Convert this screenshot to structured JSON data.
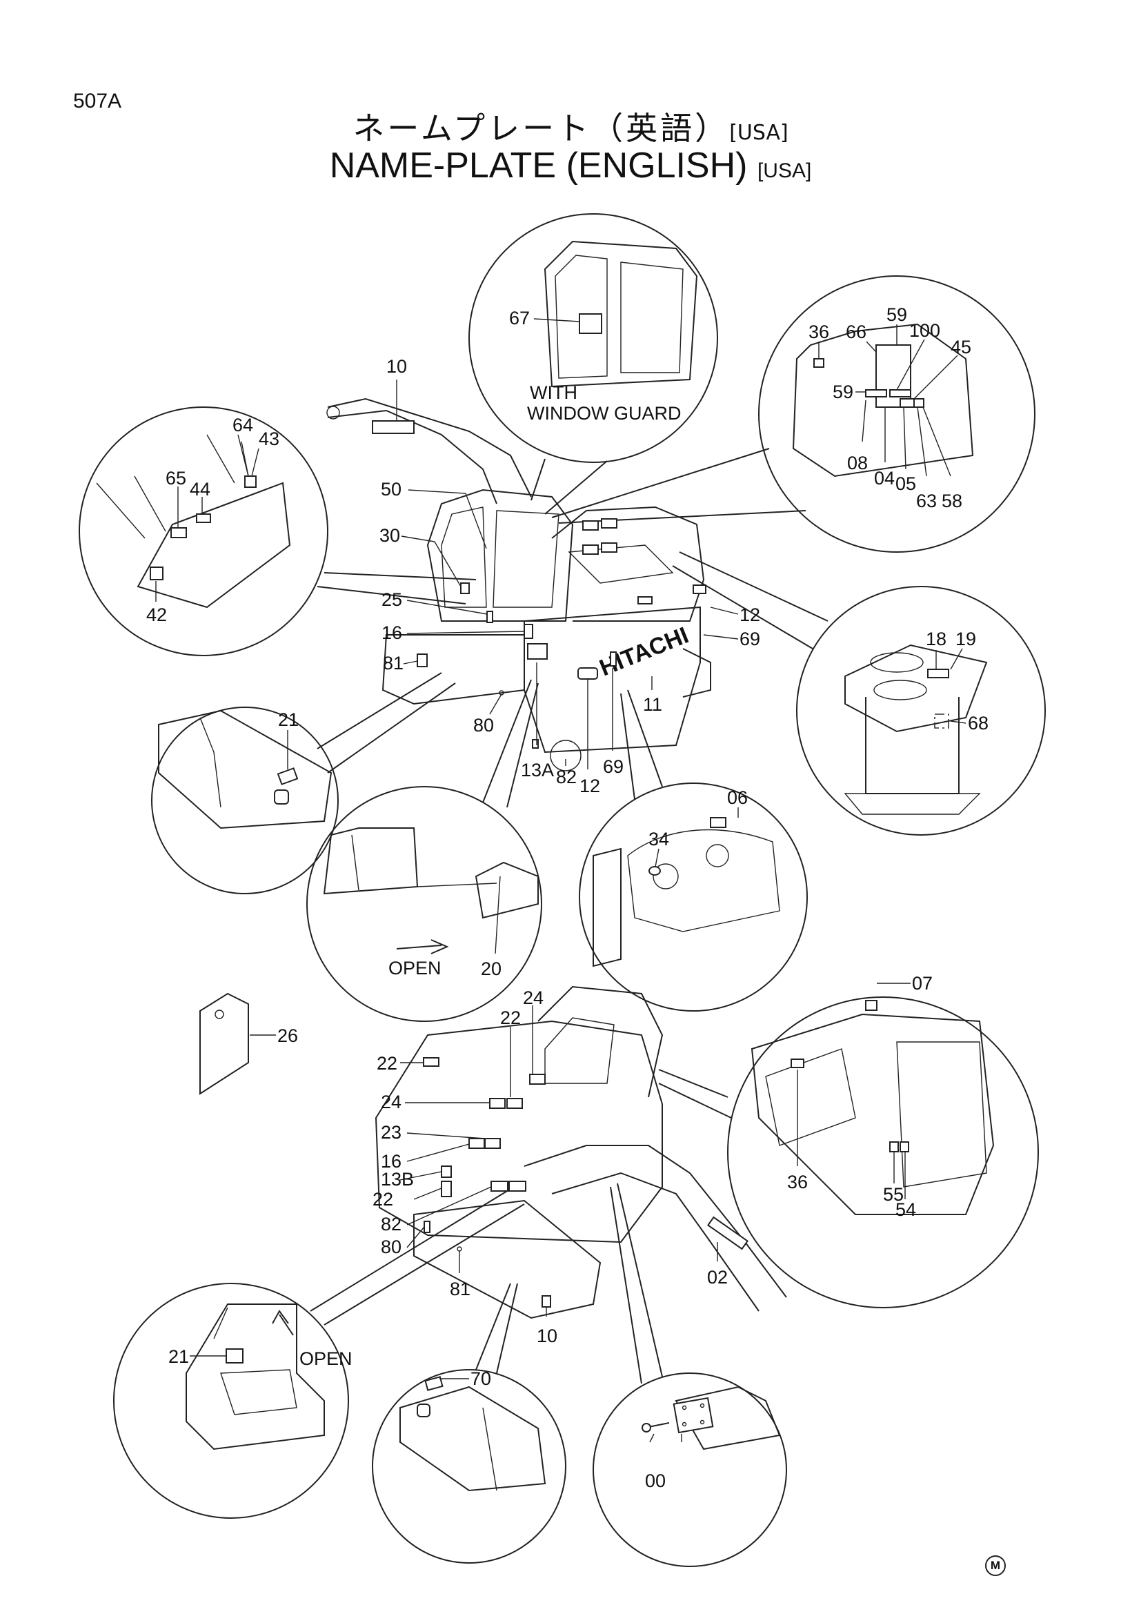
{
  "page_code": "507A",
  "title_jp": "ネームプレート（英語）",
  "title_en": "NAME-PLATE (ENGLISH)",
  "region": "[USA]",
  "brand": "HITACHI",
  "notes": {
    "window_guard_1": "WITH",
    "window_guard_2": "WINDOW GUARD",
    "open_a": "OPEN",
    "open_b": "OPEN"
  },
  "callouts": [
    {
      "id": "c67",
      "text": "67"
    },
    {
      "id": "c10a",
      "text": "10"
    },
    {
      "id": "c64",
      "text": "64"
    },
    {
      "id": "c43",
      "text": "43"
    },
    {
      "id": "c65",
      "text": "65"
    },
    {
      "id": "c44",
      "text": "44"
    },
    {
      "id": "c42",
      "text": "42"
    },
    {
      "id": "c50",
      "text": "50"
    },
    {
      "id": "c30",
      "text": "30"
    },
    {
      "id": "c25",
      "text": "25"
    },
    {
      "id": "c16a",
      "text": "16"
    },
    {
      "id": "c81a",
      "text": "81"
    },
    {
      "id": "c80a",
      "text": "80"
    },
    {
      "id": "c13a",
      "text": "13A"
    },
    {
      "id": "c82a",
      "text": "82"
    },
    {
      "id": "c12a",
      "text": "12"
    },
    {
      "id": "c69a",
      "text": "69"
    },
    {
      "id": "c11",
      "text": "11"
    },
    {
      "id": "c12b",
      "text": "12"
    },
    {
      "id": "c69b",
      "text": "69"
    },
    {
      "id": "c36a",
      "text": "36"
    },
    {
      "id": "c66",
      "text": "66"
    },
    {
      "id": "c59a",
      "text": "59"
    },
    {
      "id": "c100",
      "text": "100"
    },
    {
      "id": "c45",
      "text": "45"
    },
    {
      "id": "c59b",
      "text": "59"
    },
    {
      "id": "c08",
      "text": "08"
    },
    {
      "id": "c04",
      "text": "04"
    },
    {
      "id": "c05",
      "text": "05"
    },
    {
      "id": "c63",
      "text": "63"
    },
    {
      "id": "c58",
      "text": "58"
    },
    {
      "id": "c18",
      "text": "18"
    },
    {
      "id": "c19",
      "text": "19"
    },
    {
      "id": "c68",
      "text": "68"
    },
    {
      "id": "c21a",
      "text": "21"
    },
    {
      "id": "c20",
      "text": "20"
    },
    {
      "id": "c06",
      "text": "06"
    },
    {
      "id": "c34",
      "text": "34"
    },
    {
      "id": "c26",
      "text": "26"
    },
    {
      "id": "c07",
      "text": "07"
    },
    {
      "id": "c36b",
      "text": "36"
    },
    {
      "id": "c55",
      "text": "55"
    },
    {
      "id": "c54",
      "text": "54"
    },
    {
      "id": "c24a",
      "text": "24"
    },
    {
      "id": "c22a",
      "text": "22"
    },
    {
      "id": "c22b",
      "text": "22"
    },
    {
      "id": "c24b",
      "text": "24"
    },
    {
      "id": "c23",
      "text": "23"
    },
    {
      "id": "c16b",
      "text": "16"
    },
    {
      "id": "c13b",
      "text": "13B"
    },
    {
      "id": "c22c",
      "text": "22"
    },
    {
      "id": "c82b",
      "text": "82"
    },
    {
      "id": "c80b",
      "text": "80"
    },
    {
      "id": "c81b",
      "text": "81"
    },
    {
      "id": "c10b",
      "text": "10"
    },
    {
      "id": "c02",
      "text": "02"
    },
    {
      "id": "c21b",
      "text": "21"
    },
    {
      "id": "c70",
      "text": "70"
    },
    {
      "id": "c00",
      "text": "00"
    }
  ]
}
